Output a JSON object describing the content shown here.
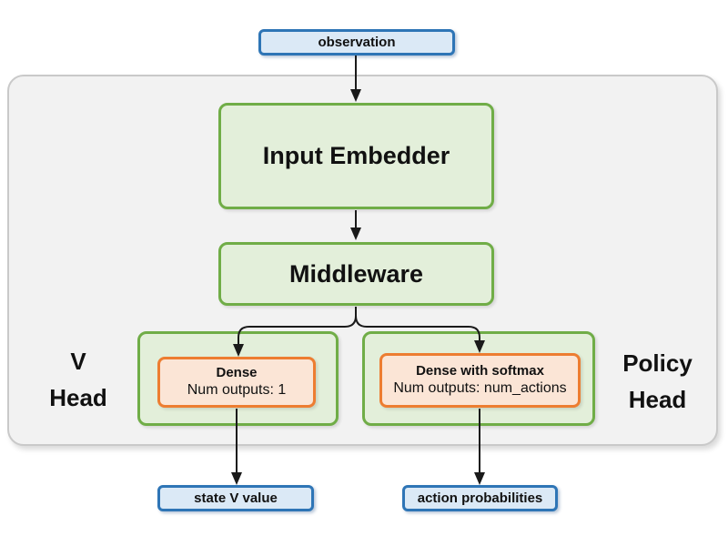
{
  "diagram": {
    "nodes": {
      "observation": "observation",
      "input_embedder": "Input Embedder",
      "middleware": "Middleware",
      "v_head": {
        "line1": "V",
        "line2": "Head"
      },
      "v_dense": {
        "title": "Dense",
        "subtitle": "Num outputs: 1"
      },
      "policy_head": {
        "line1": "Policy",
        "line2": "Head"
      },
      "policy_dense": {
        "title": "Dense with softmax",
        "subtitle": "Num outputs: num_actions"
      },
      "state_v_value": "state V value",
      "action_probabilities": "action probabilities"
    },
    "colors": {
      "blue_border": "#2e75b6",
      "blue_fill": "#dbe9f6",
      "green_border": "#70ad47",
      "green_fill": "#e3efda",
      "orange_border": "#ed7d31",
      "orange_fill": "#fbe5d6",
      "container_fill": "#f2f2f2",
      "container_border": "#c9c9c9",
      "arrow": "#1a1a1a"
    }
  }
}
